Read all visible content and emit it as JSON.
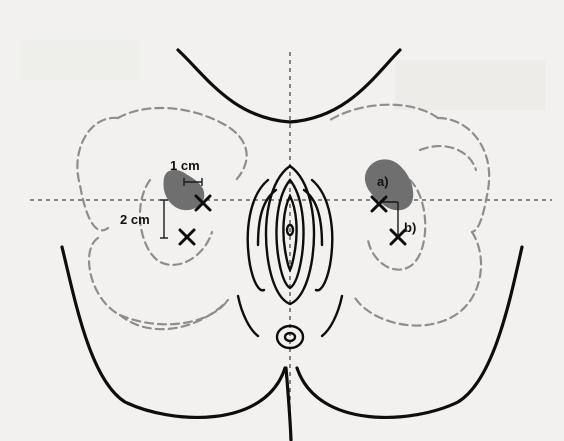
{
  "labels": {
    "distance_1": "1 cm",
    "distance_2": "2 cm",
    "point_a": "a)",
    "point_b": "b)"
  },
  "colors": {
    "background": "#f2f1ef",
    "outline": "#0d0d0d",
    "dashed_outline": "#8e8e8e",
    "shaded_region": "#6f6f6f"
  }
}
